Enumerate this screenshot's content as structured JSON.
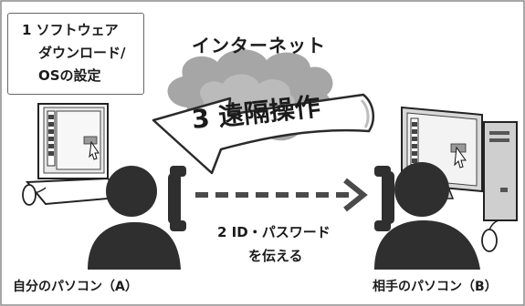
{
  "labels": {
    "step1_line1": "1 ソフトウェア",
    "step1_line2": "ダウンロード/",
    "step1_line3": "OSの設定",
    "internet": "インターネット",
    "step3": "3 遠隔操作",
    "step2_line1": "2  ID・パスワード",
    "step2_line2": "を伝える",
    "pc_a": "自分のパソコン（A）",
    "pc_b": "相手のパソコン（B）"
  },
  "colors": {
    "frame": "#888888",
    "cloud": "#a6a6a6",
    "cloud_highlight": "#d6d6d6",
    "arrow_fill": "#ffffff",
    "person": "#2f2f2f",
    "dash": "#4a4a4a",
    "screen_face": "#f3f3f3",
    "monitor_body": "#cfcfcf"
  },
  "icons": {
    "cloud": "cloud-icon",
    "remote_arrow": "curved-arrow-icon",
    "dashed_arrow": "dashed-arrow-icon",
    "person_a": "person-with-phone-icon",
    "person_b": "person-with-phone-icon",
    "laptop_a": "laptop-icon",
    "desktop_b": "desktop-computer-icon",
    "cursor": "mouse-pointer-icon"
  }
}
